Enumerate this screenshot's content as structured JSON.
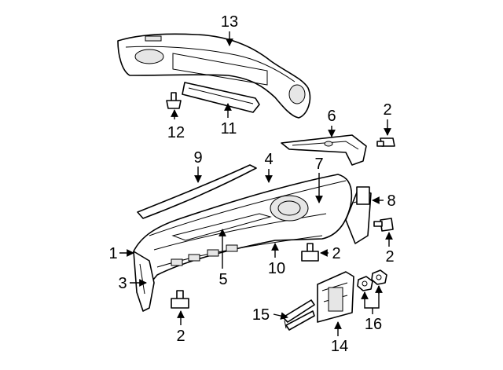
{
  "diagram": {
    "callouts": {
      "c1": "1",
      "c2a": "2",
      "c2b": "2",
      "c2c": "2",
      "c2d": "2",
      "c3": "3",
      "c4": "4",
      "c5": "5",
      "c6": "6",
      "c7": "7",
      "c8": "8",
      "c9": "9",
      "c10": "10",
      "c11": "11",
      "c12": "12",
      "c13": "13",
      "c14": "14",
      "c15": "15",
      "c16": "16"
    }
  }
}
